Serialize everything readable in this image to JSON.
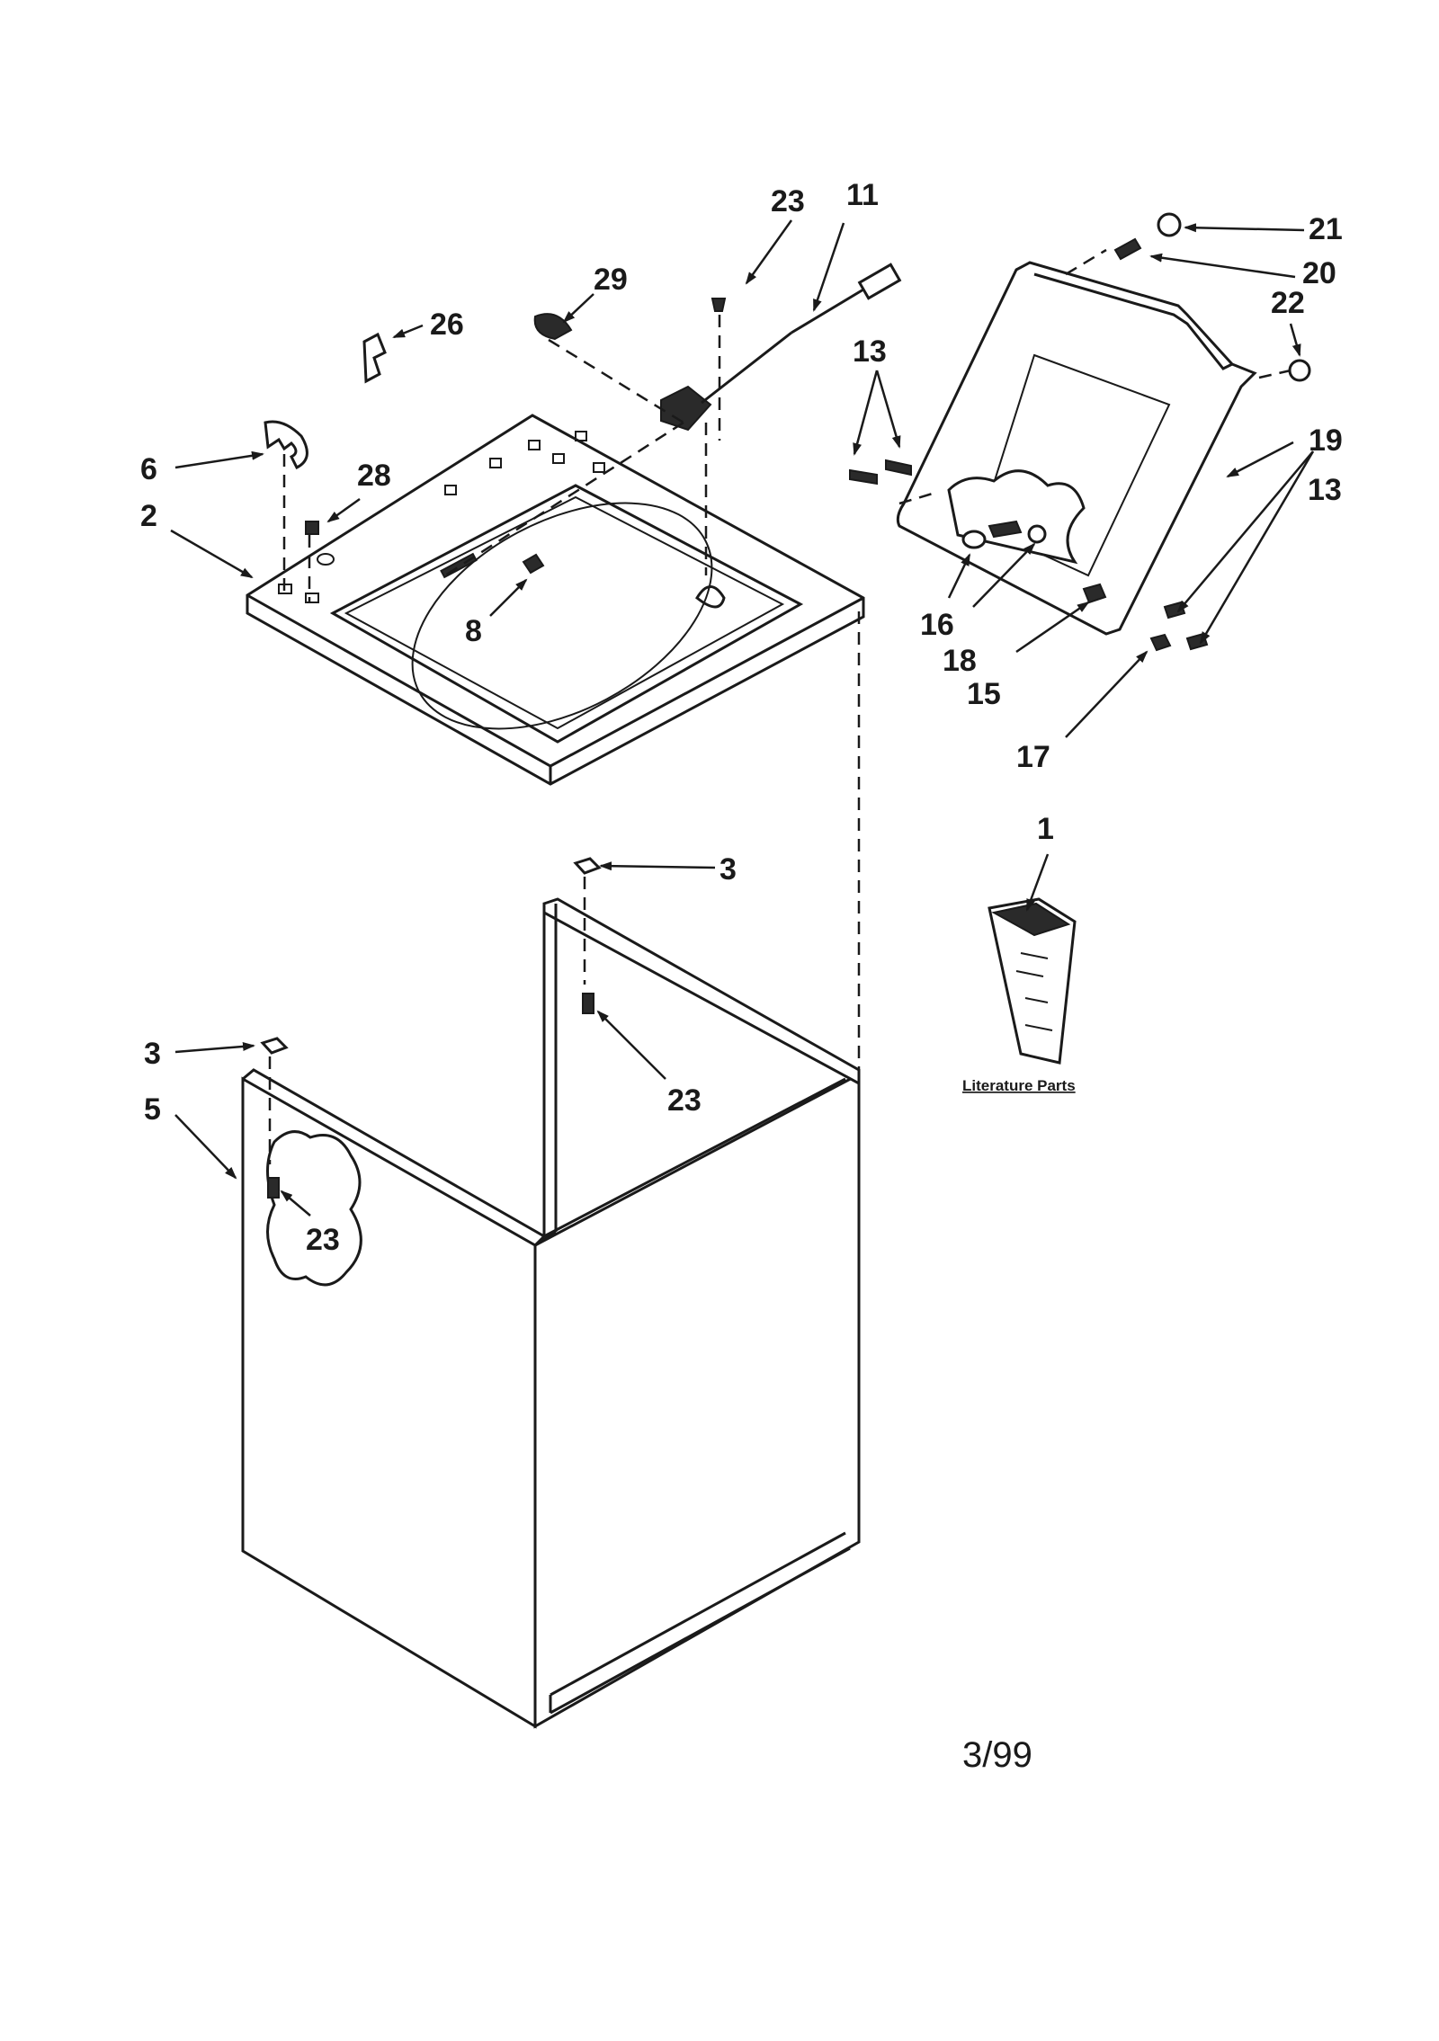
{
  "callouts": {
    "c1": "1",
    "c2": "2",
    "c3a": "3",
    "c3b": "3",
    "c5": "5",
    "c6": "6",
    "c8": "8",
    "c11": "11",
    "c13a": "13",
    "c13b": "13",
    "c15": "15",
    "c16": "16",
    "c17": "17",
    "c18": "18",
    "c19": "19",
    "c20": "20",
    "c21": "21",
    "c22": "22",
    "c23a": "23",
    "c23b": "23",
    "c23c": "23",
    "c26": "26",
    "c28": "28",
    "c29": "29"
  },
  "literature_label": "Literature Parts",
  "date_code": "3/99"
}
